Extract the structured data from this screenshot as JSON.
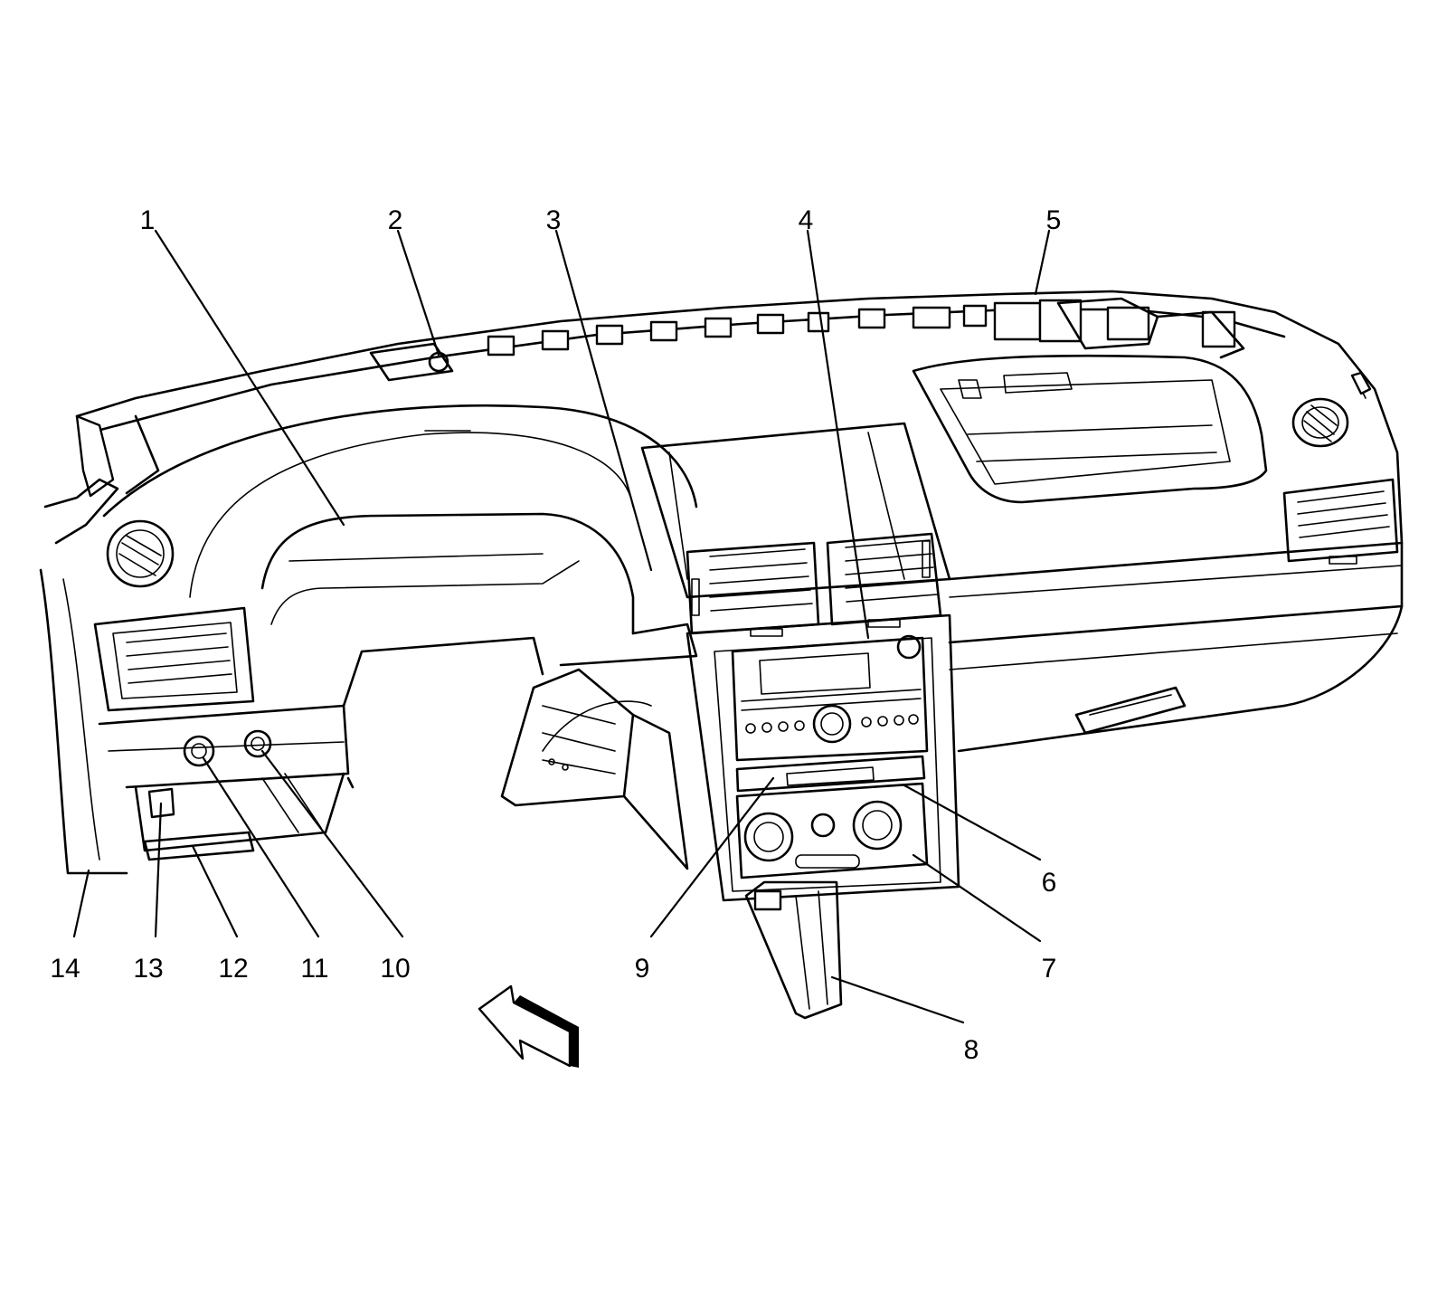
{
  "diagram": {
    "callouts": [
      {
        "id": "1",
        "text": "1"
      },
      {
        "id": "2",
        "text": "2"
      },
      {
        "id": "3",
        "text": "3"
      },
      {
        "id": "4",
        "text": "4"
      },
      {
        "id": "5",
        "text": "5"
      },
      {
        "id": "6",
        "text": "6"
      },
      {
        "id": "7",
        "text": "7"
      },
      {
        "id": "8",
        "text": "8"
      },
      {
        "id": "9",
        "text": "9"
      },
      {
        "id": "10",
        "text": "10"
      },
      {
        "id": "11",
        "text": "11"
      },
      {
        "id": "12",
        "text": "12"
      },
      {
        "id": "13",
        "text": "13"
      },
      {
        "id": "14",
        "text": "14"
      }
    ],
    "colors": {
      "line": "#000000",
      "background": "#ffffff"
    },
    "icons": [
      "forward-direction-arrow-icon"
    ]
  }
}
